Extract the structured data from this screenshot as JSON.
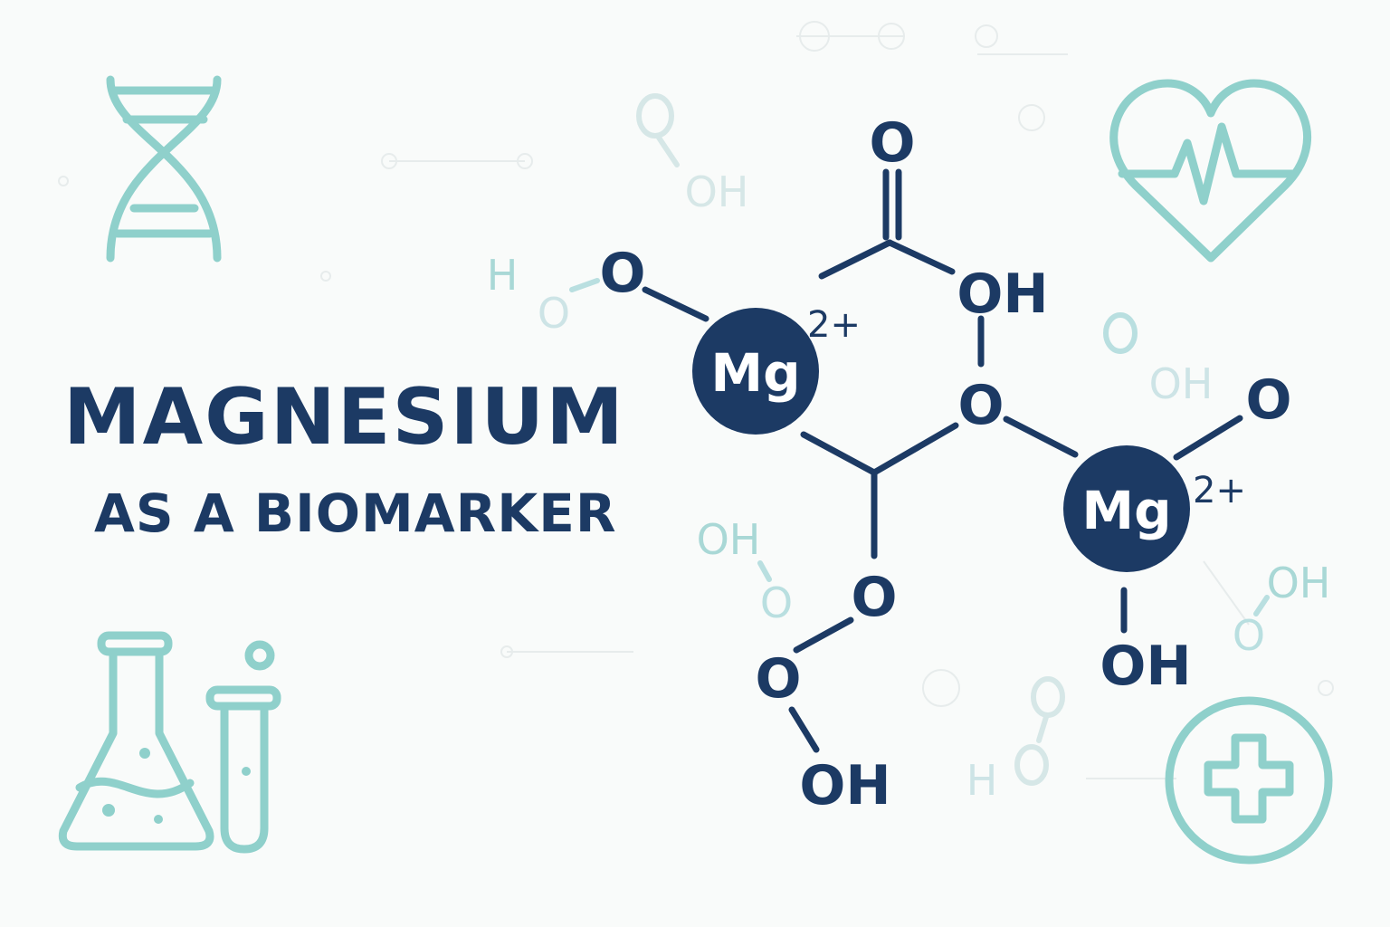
{
  "title": "MAGNESIUM",
  "subtitle": "AS A BIOMARKER",
  "molecule": {
    "mg_label": "Mg",
    "charge": "2+",
    "oxygen": "O",
    "hydroxyl": "OH",
    "hydrogen": "H"
  },
  "icons": [
    "dna-icon",
    "heart-pulse-icon",
    "flask-icon",
    "test-tube-icon",
    "medical-cross-icon"
  ],
  "colors": {
    "background": "#f9fbfa",
    "navy": "#1c3a64",
    "teal": "#8fcfcc",
    "teal_light": "#b9dfe0"
  }
}
